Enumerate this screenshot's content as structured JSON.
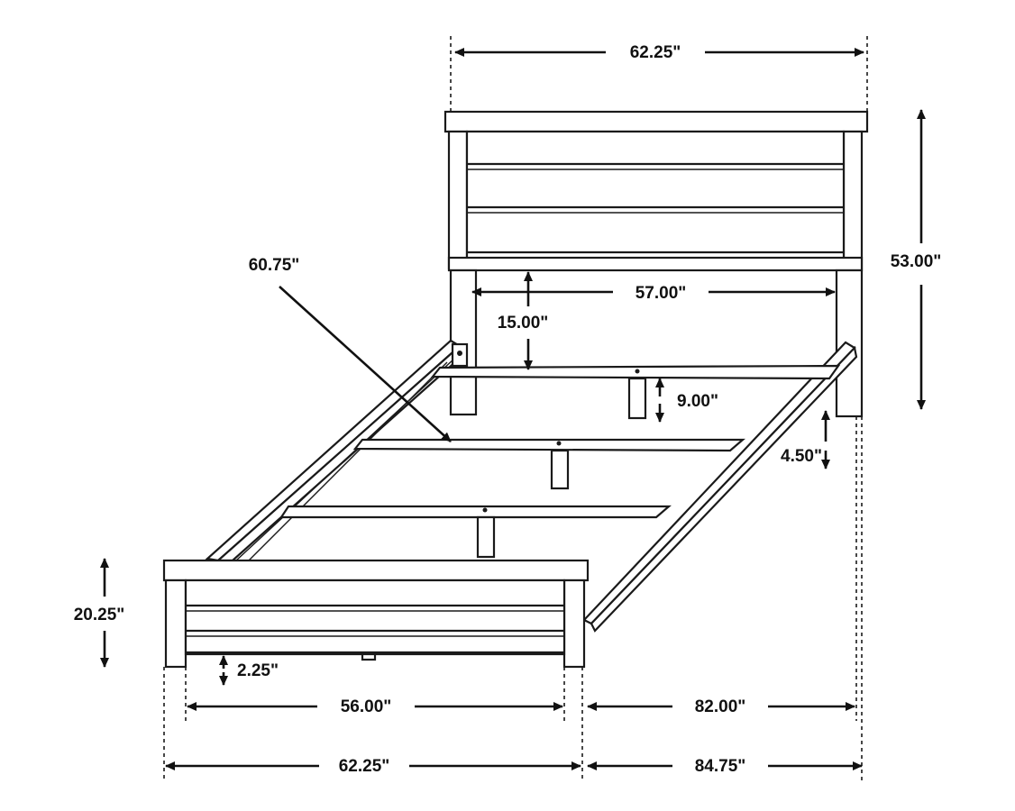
{
  "dimensions": {
    "headboard_width_top": "62.25\"",
    "headboard_height": "53.00\"",
    "rail_diagonal": "60.75\"",
    "inner_width_headboard": "57.00\"",
    "headboard_clearance": "15.00\"",
    "leg_height": "9.00\"",
    "side_rail_height": "4.50\"",
    "footboard_height": "20.25\"",
    "footboard_clearance": "2.25\"",
    "inner_width_footboard": "56.00\"",
    "inner_length": "82.00\"",
    "overall_width_bottom": "62.25\"",
    "overall_length": "84.75\""
  },
  "colors": {
    "line": "#1a1a1a",
    "background": "#ffffff"
  }
}
